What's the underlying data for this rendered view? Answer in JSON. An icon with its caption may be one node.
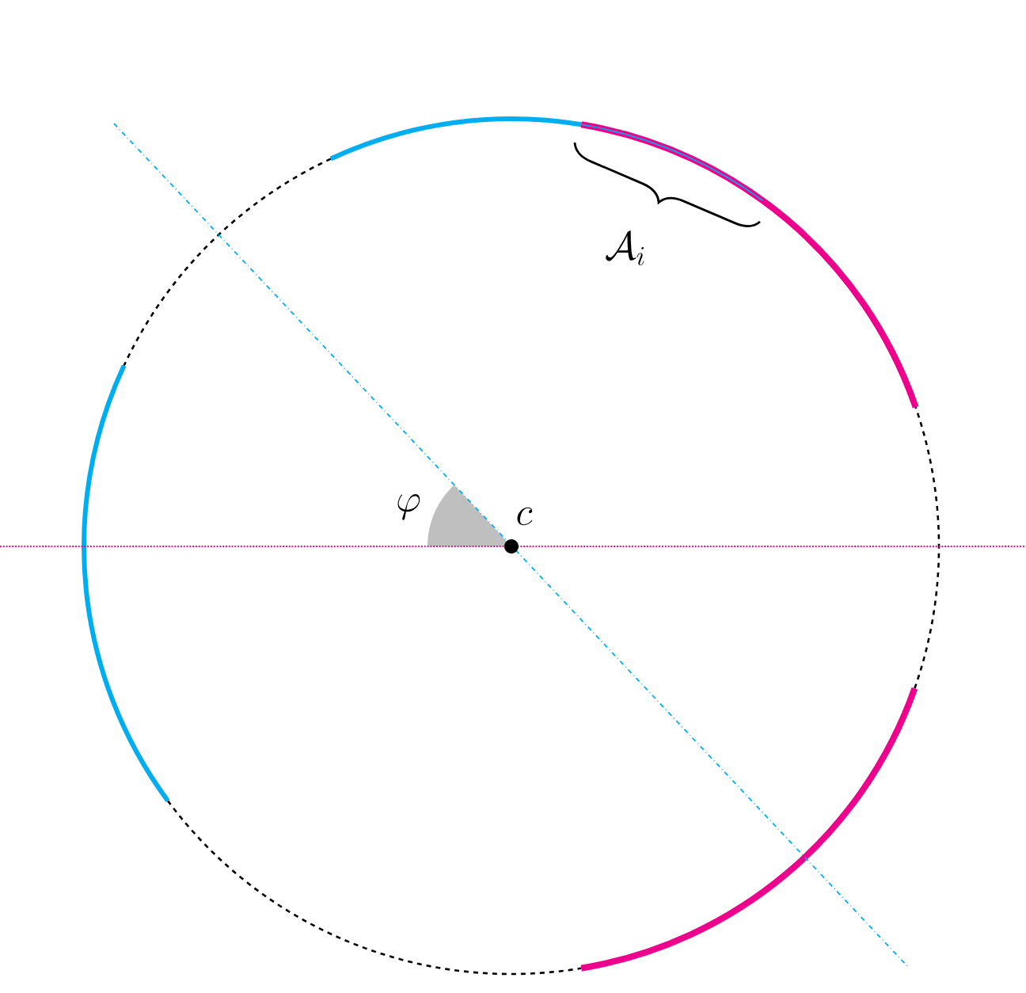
{
  "diagram": {
    "labels": [
      "\\varphi",
      "c",
      "\\mathcal{A}_i"
    ]
  }
}
